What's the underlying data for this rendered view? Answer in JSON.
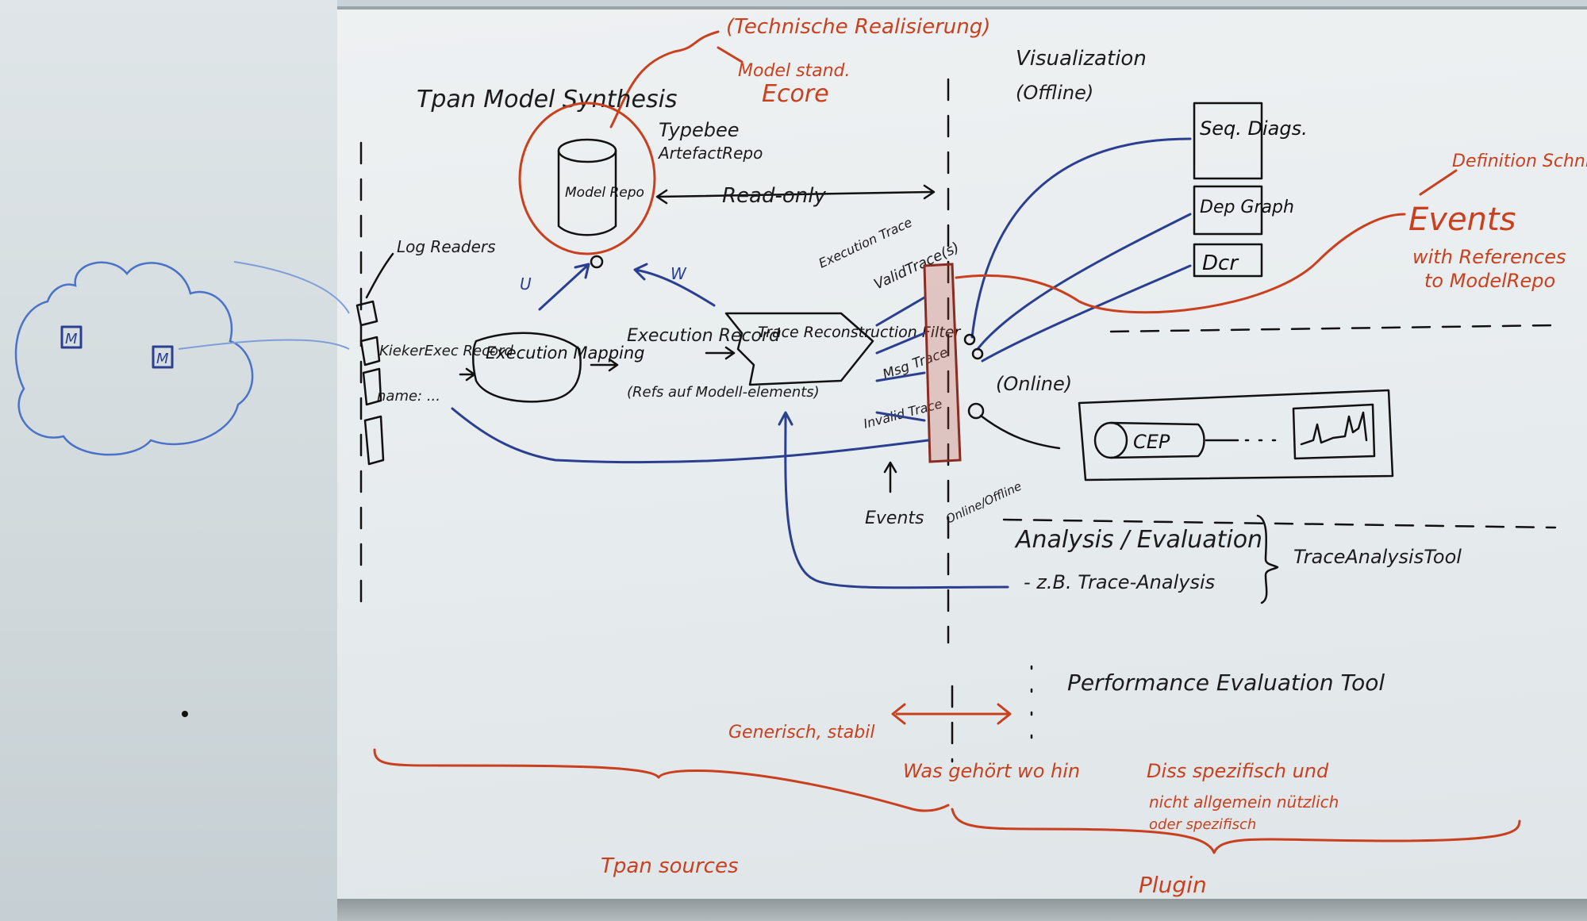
{
  "texts": {
    "tech_realization": "(Technische Realisierung)",
    "model_stand": "Model stand.",
    "ecore": "Ecore",
    "title_synthesis": "Tpan Model Synthesis",
    "typebee": "Typebee",
    "repo_note": "ArtefactRepo",
    "model_repo": "Model Repo",
    "read_only": "Read-only",
    "visualization": "Visualization",
    "offline": "(Offline)",
    "seq_diags": "Seq. Diags.",
    "dep_graph": "Dep Graph",
    "dcr": "Dcr",
    "definition": "Definition Schnittstelle",
    "events_big": "Events",
    "with_refs": "with References",
    "to_model": "to ModelRepo",
    "log_readers": "Log Readers",
    "kieker": "KiekerExec Record",
    "name": "name: ...",
    "exec_mapping": "Execution Mapping",
    "exec_record": "Execution Record",
    "refs_note": "(Refs auf Modell-elements)",
    "trace_filter": "Trace Reconstruction Filter",
    "exec_trace": "Execution Trace",
    "valid_trace": "ValidTrace(s)",
    "msg_trace": "Msg Trace",
    "invalid_trace": "Invalid Trace",
    "online": "(Online)",
    "cep": "CEP",
    "events": "Events",
    "online_offline": "Online/Offline",
    "analysis": "Analysis / Evaluation",
    "zb_trace": "- z.B. Trace-Analysis",
    "trace_tool": "TraceAnalysisTool",
    "perf_tool": "Performance Evaluation Tool",
    "generisch": "Generisch, stabil",
    "was_gehoert": "Was gehört wo hin",
    "diss": "Diss spezifisch und",
    "nicht": "nicht allgemein nützlich",
    "oder": "oder spezifisch",
    "tpan_sources": "Tpan sources",
    "plugin": "Plugin",
    "cloud_m": "M",
    "arrow_u": "U",
    "arrow_w": "W"
  },
  "colors": {
    "blue_marker": "#2a3f8f",
    "red_marker": "#c9401e",
    "board": "#e9eeef"
  }
}
